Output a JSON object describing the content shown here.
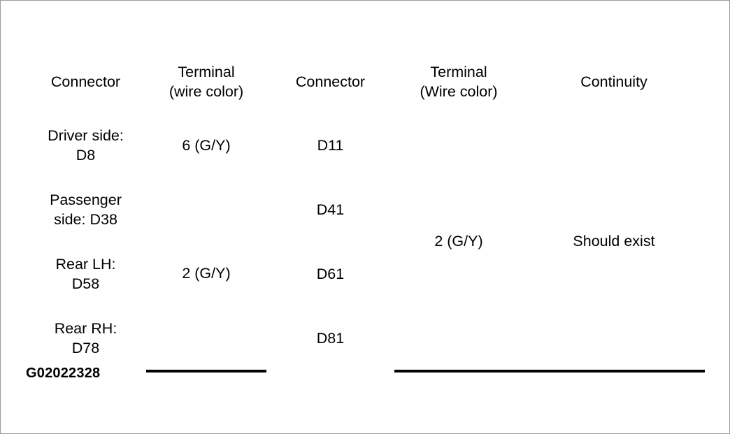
{
  "figure": {
    "caption": "G02022328"
  },
  "table": {
    "headers": [
      {
        "line1": "Connector",
        "line2": ""
      },
      {
        "line1": "Terminal",
        "line2": "(wire color)"
      },
      {
        "line1": "Connector",
        "line2": ""
      },
      {
        "line1": "Terminal",
        "line2": "(Wire color)"
      },
      {
        "line1": "Continuity",
        "line2": ""
      }
    ],
    "rows": [
      {
        "connector_a_l1": "Driver side:",
        "connector_a_l2": "D8",
        "terminal_a": "6 (G/Y)",
        "connector_b": "D11"
      },
      {
        "connector_a_l1": "Passenger",
        "connector_a_l2": "side: D38",
        "terminal_a": "2 (G/Y)",
        "connector_b": "D41"
      },
      {
        "connector_a_l1": "Rear LH:",
        "connector_a_l2": "D58",
        "terminal_a": "",
        "connector_b": "D61"
      },
      {
        "connector_a_l1": "Rear RH:",
        "connector_a_l2": "D78",
        "terminal_a": "",
        "connector_b": "D81"
      }
    ],
    "terminal_b_merged": "2 (G/Y)",
    "continuity_merged": "Should exist"
  },
  "colors": {
    "ink": "#000000",
    "paper": "#ffffff"
  }
}
